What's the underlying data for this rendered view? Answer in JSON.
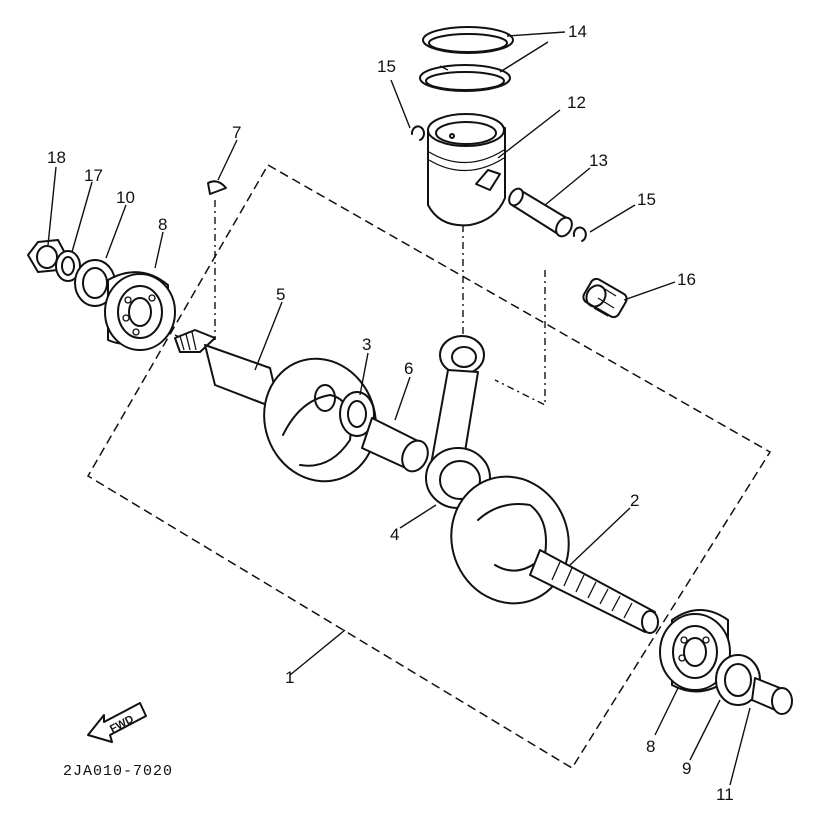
{
  "callouts": [
    {
      "id": "1",
      "text": "1"
    },
    {
      "id": "2",
      "text": "2"
    },
    {
      "id": "3",
      "text": "3"
    },
    {
      "id": "4",
      "text": "4"
    },
    {
      "id": "5",
      "text": "5"
    },
    {
      "id": "6",
      "text": "6"
    },
    {
      "id": "7",
      "text": "7"
    },
    {
      "id": "8a",
      "text": "8"
    },
    {
      "id": "8b",
      "text": "8"
    },
    {
      "id": "9",
      "text": "9"
    },
    {
      "id": "10",
      "text": "10"
    },
    {
      "id": "11",
      "text": "11"
    },
    {
      "id": "12",
      "text": "12"
    },
    {
      "id": "13",
      "text": "13"
    },
    {
      "id": "14",
      "text": "14"
    },
    {
      "id": "15a",
      "text": "15"
    },
    {
      "id": "15b",
      "text": "15"
    },
    {
      "id": "16",
      "text": "16"
    },
    {
      "id": "17",
      "text": "17"
    },
    {
      "id": "18",
      "text": "18"
    }
  ],
  "fwd_badge": "FWD",
  "drawing_code": "2JA010-7020"
}
